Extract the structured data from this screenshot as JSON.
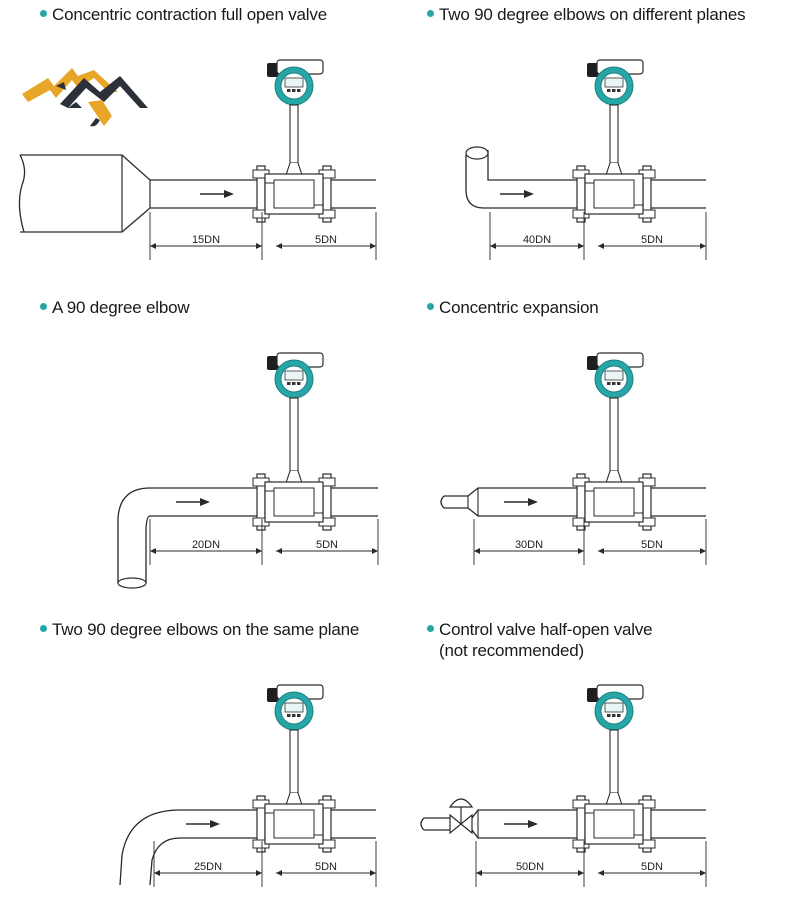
{
  "panels": [
    {
      "id": "p1",
      "title": "Concentric contraction full open valve",
      "title2": "",
      "up": "15DN",
      "down": "5DN",
      "type": "contraction"
    },
    {
      "id": "p2",
      "title": "Two 90 degree elbows on different planes",
      "title2": "",
      "up": "40DN",
      "down": "5DN",
      "type": "elbows-diff"
    },
    {
      "id": "p3",
      "title": "A 90 degree elbow",
      "title2": "",
      "up": "20DN",
      "down": "5DN",
      "type": "elbow"
    },
    {
      "id": "p4",
      "title": "Concentric expansion",
      "title2": "",
      "up": "30DN",
      "down": "5DN",
      "type": "expansion"
    },
    {
      "id": "p5",
      "title": "Two 90 degree elbows on the same plane",
      "title2": "",
      "up": "25DN",
      "down": "5DN",
      "type": "elbows-same"
    },
    {
      "id": "p6",
      "title": "Control valve half-open valve",
      "title2": "(not recommended)",
      "up": "50DN",
      "down": "5DN",
      "type": "valve"
    }
  ],
  "colors": {
    "accent": "#27a6a8",
    "logo_gold": "#e8a628",
    "logo_dark": "#2c3038",
    "line": "#2a2a2a"
  },
  "logo": {
    "icon": "mountain-logo-icon"
  }
}
